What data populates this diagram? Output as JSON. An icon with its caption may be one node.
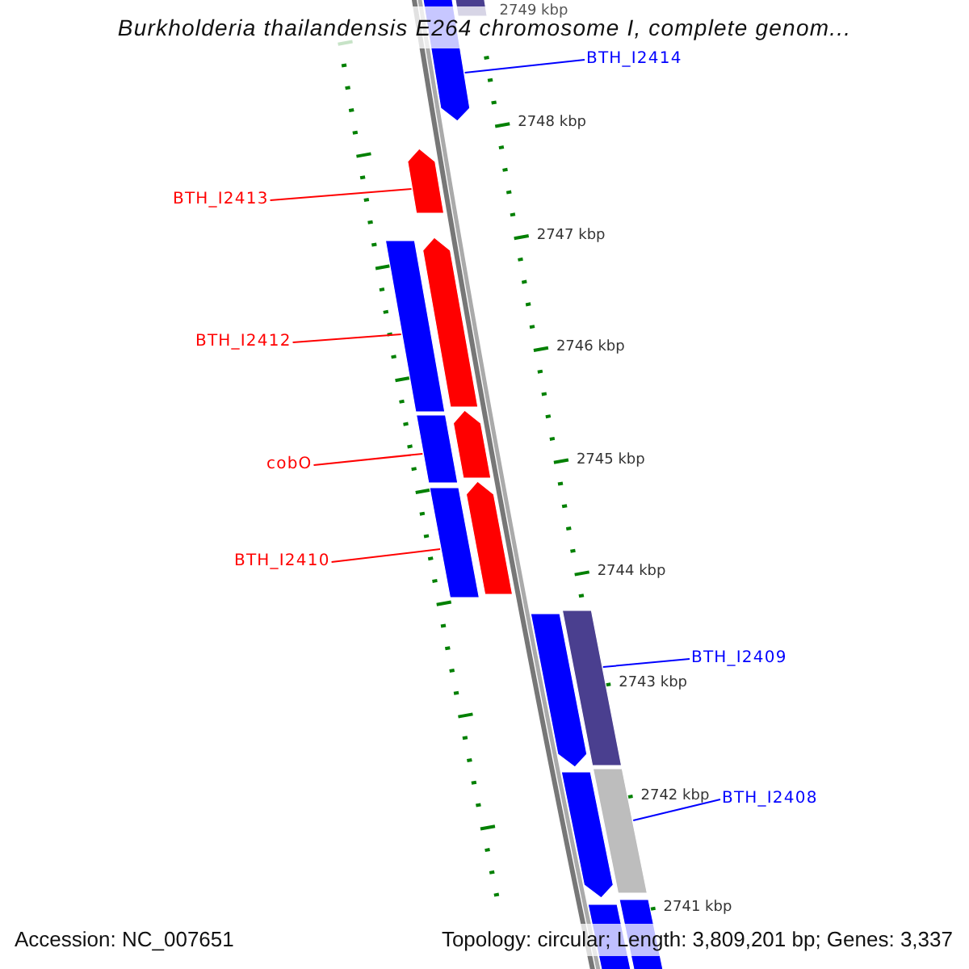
{
  "diagram": {
    "title": "Burkholderia thailandensis E264 chromosome I, complete genom...",
    "nodes": [
      {
        "text": [
          "BTH_I2414"
        ]
      },
      {
        "text": [
          "BTH_I2413"
        ]
      },
      {
        "text": [
          "BTH_I2412"
        ]
      },
      {
        "text": [
          "cobO"
        ]
      },
      {
        "text": [
          "BTH_I2410"
        ]
      },
      {
        "text": [
          "BTH_I2409"
        ]
      },
      {
        "text": [
          "BTH_I2408"
        ]
      },
      {
        "text": [],
        "shape": "bar"
      },
      {
        "text": [],
        "shape": "bar"
      },
      {
        "text": [],
        "shape": "bar"
      },
      {
        "text": [],
        "shape": "bar"
      },
      {
        "text": [],
        "shape": "bar"
      },
      {
        "text": [],
        "shape": "bar"
      },
      {
        "text": [],
        "shape": "bar"
      },
      {
        "text": [],
        "shape": "bar"
      },
      {
        "text": [],
        "shape": "bar"
      },
      {
        "text": [],
        "shape": "bar"
      },
      {
        "text": [],
        "shape": "bar"
      },
      {
        "text": [],
        "shape": "bar"
      },
      {
        "text": [],
        "shape": "bar"
      },
      {
        "text": [],
        "shape": "bar"
      },
      {
        "text": [],
        "shape": "bar"
      }
    ],
    "edges": [
      {
        "from": 0,
        "to": 7,
        "arrow": "none",
        "color": "#0000ff"
      },
      {
        "from": 1,
        "to": 9,
        "arrow": "none"
      },
      {
        "from": 2,
        "to": 10,
        "arrow": "none"
      },
      {
        "from": 3,
        "to": 12,
        "arrow": "none"
      },
      {
        "from": 4,
        "to": 14,
        "arrow": "none"
      },
      {
        "from": 5,
        "to": 17,
        "arrow": "none",
        "color": "#0000ff"
      },
      {
        "from": 6,
        "to": 18,
        "arrow": "none",
        "color": "#0000ff"
      }
    ],
    "labels": [
      "2749 kbp",
      "2748 kbp",
      "2747 kbp",
      "2746 kbp",
      "2745 kbp",
      "2744 kbp",
      "2743 kbp",
      "2742 kbp",
      "2741 kbp",
      "Accession: NC_007651",
      "Topology: circular; Length: 3,809,201 bp; Genes: 3,337"
    ]
  }
}
